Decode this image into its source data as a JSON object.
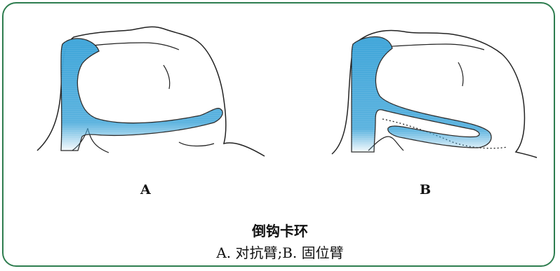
{
  "colors": {
    "border": "#2e7d4f",
    "clasp_fill": "#3aa3d8",
    "outline": "#222222"
  },
  "figure": {
    "panel_a_label": "A",
    "panel_b_label": "B",
    "title": "倒钩卡环",
    "caption": "A. 对抗臂;B. 固位臂"
  }
}
